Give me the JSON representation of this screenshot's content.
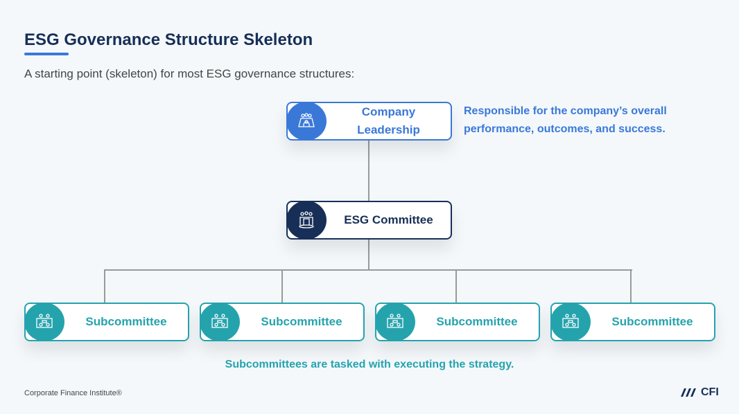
{
  "title": "ESG Governance Structure Skeleton",
  "subtitle": "A starting point (skeleton) for most ESG governance structures:",
  "leadership": {
    "label_line1": "Company",
    "label_line2": "Leadership",
    "note_line1": "Responsible for the company’s overall",
    "note_line2": "performance, outcomes, and success.",
    "icon": "boardroom-icon"
  },
  "committee": {
    "label": "ESG Committee",
    "icon": "group-icon"
  },
  "subcommittees": [
    {
      "label": "Subcommittee"
    },
    {
      "label": "Subcommittee"
    },
    {
      "label": "Subcommittee"
    },
    {
      "label": "Subcommittee"
    }
  ],
  "subcommittee_note": "Subcommittees are tasked with executing the strategy.",
  "footer": "Corporate Finance Institute®",
  "logo": "CFI",
  "colors": {
    "blue": "#3a78d8",
    "navy": "#172f57",
    "teal": "#25a3ad"
  }
}
